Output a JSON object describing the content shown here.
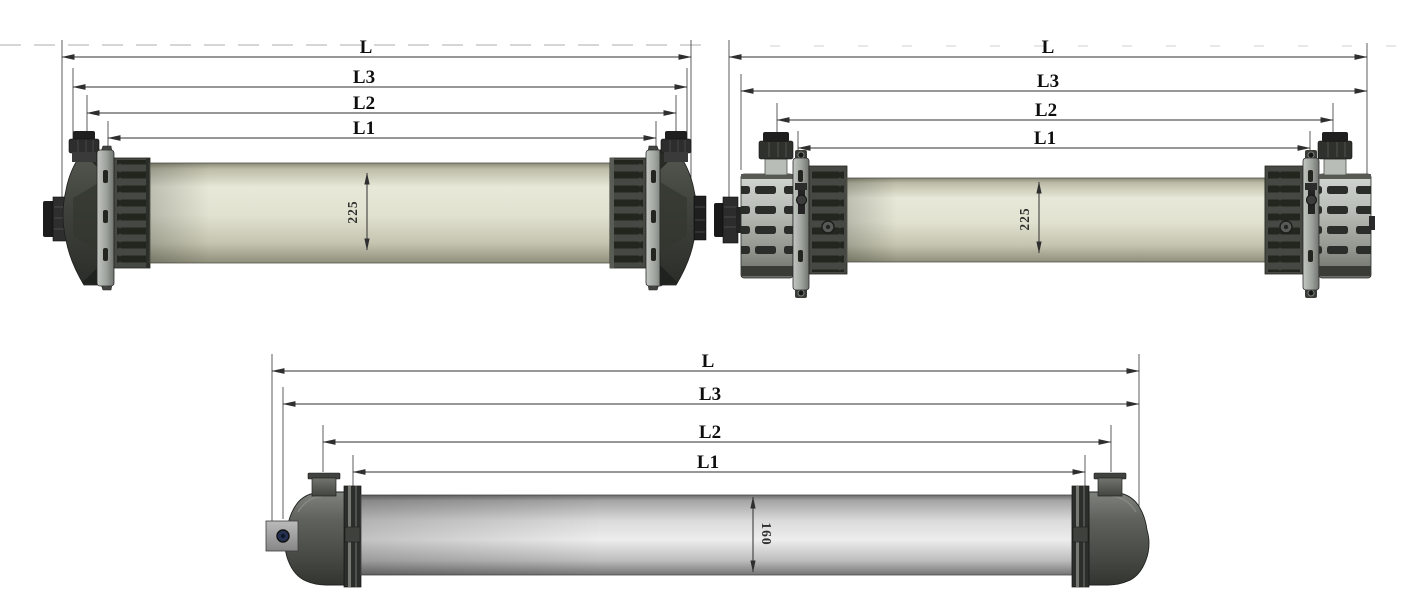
{
  "figure": {
    "modules": [
      {
        "position": "top-left",
        "lengths": {
          "L": "L",
          "L3": "L3",
          "L2": "L2",
          "L1": "L1"
        },
        "diameter": "225"
      },
      {
        "position": "top-right",
        "lengths": {
          "L": "L",
          "L3": "L3",
          "L2": "L2",
          "L1": "L1"
        },
        "diameter": "225"
      },
      {
        "position": "bottom-center",
        "lengths": {
          "L": "L",
          "L3": "L3",
          "L2": "L2",
          "L1": "L1"
        },
        "diameter": "160"
      }
    ],
    "colors": {
      "housing_cream": "#e6e6d6",
      "housing_gray": "#dcdcdc",
      "hardware_dark": "#3f423e",
      "bracket_light": "#a9ada7",
      "dimension_line": "#2f2f2f",
      "port_hole_blue": "#23304f",
      "background": "#ffffff"
    }
  }
}
